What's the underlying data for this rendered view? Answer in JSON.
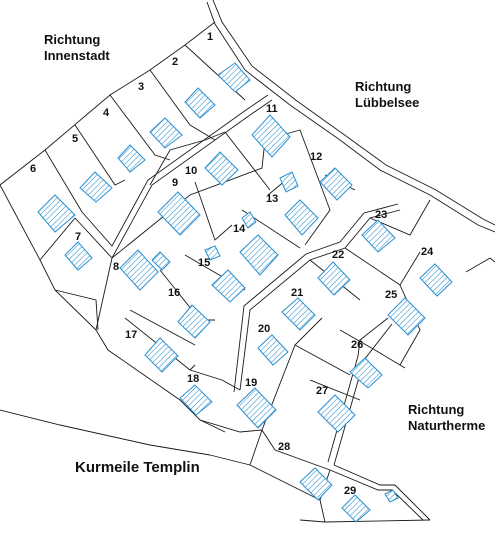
{
  "title": "Kurmeile Templin",
  "directions": {
    "innenstadt": [
      "Richtung",
      "Innenstadt"
    ],
    "luebbelsee": [
      "Richtung",
      "Lübbelsee"
    ],
    "naturtherme": [
      "Richtung",
      "Naturtherme"
    ]
  },
  "lots": [
    "1",
    "2",
    "3",
    "4",
    "5",
    "6",
    "7",
    "8",
    "9",
    "10",
    "11",
    "12",
    "13",
    "14",
    "15",
    "16",
    "17",
    "18",
    "19",
    "20",
    "21",
    "22",
    "23",
    "24",
    "25",
    "26",
    "27",
    "28",
    "29"
  ],
  "colors": {
    "house_hatch": "#2a8fd0",
    "lines": "#1a1a1a",
    "background": "#ffffff"
  }
}
